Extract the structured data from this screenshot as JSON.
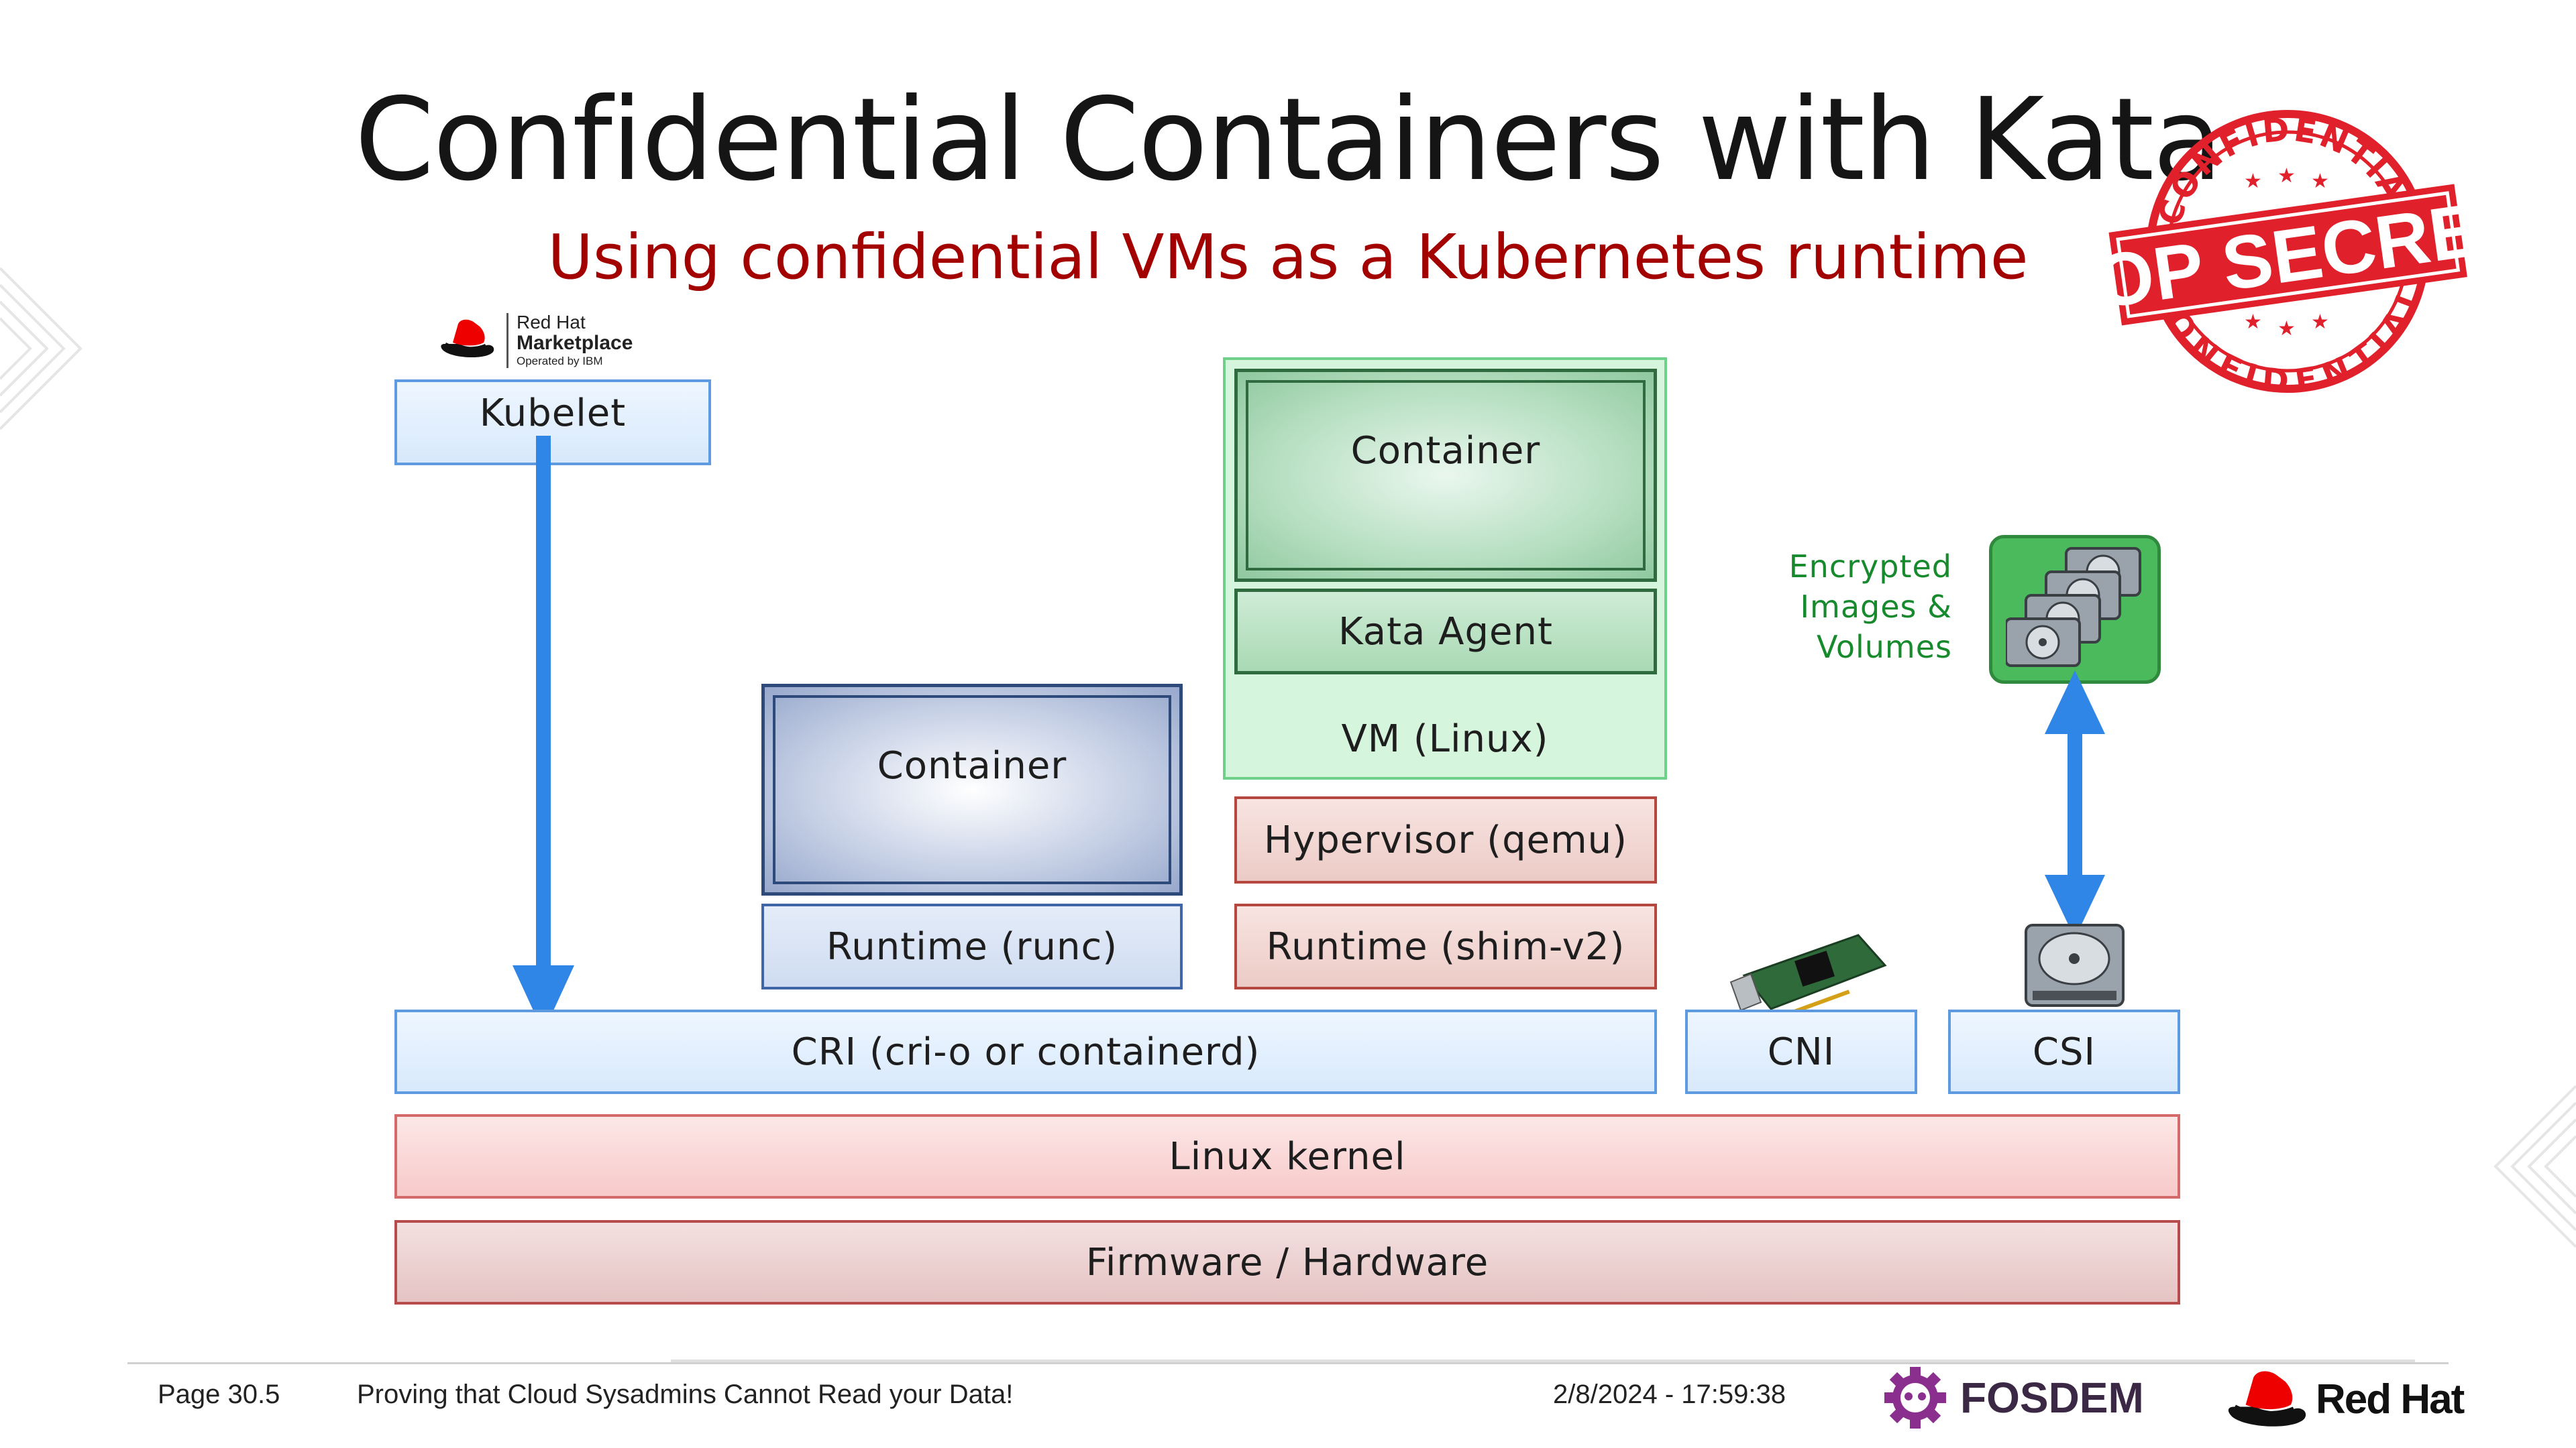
{
  "title": "Confidential Containers with Kata",
  "subtitle": "Using confidential VMs as a Kubernetes runtime",
  "stamp": {
    "top_text": "CONFIDENTIAL",
    "middle_text": "TOP SECRET",
    "bottom_text": "CONFIDENTIAL",
    "color": "#e0202a"
  },
  "marketplace_logo": {
    "line1": "Red Hat",
    "line2": "Marketplace",
    "line3": "Operated by IBM"
  },
  "diagram": {
    "kubelet": "Kubelet",
    "runc_stack": {
      "container": "Container",
      "runtime": "Runtime (runc)"
    },
    "kata_stack": {
      "container": "Container",
      "agent": "Kata Agent",
      "vm": "VM (Linux)",
      "hypervisor": "Hypervisor (qemu)",
      "runtime": "Runtime (shim-v2)"
    },
    "encrypted_label": [
      "Encrypted",
      "Images &",
      "Volumes"
    ],
    "cri": "CRI (cri-o or containerd)",
    "cni": "CNI",
    "csi": "CSI",
    "kernel": "Linux kernel",
    "firmware": "Firmware / Hardware"
  },
  "footer": {
    "page": "Page 30.5",
    "talk_title": "Proving that Cloud Sysadmins Cannot Read your Data!",
    "timestamp": "2/8/2024 - 17:59:38",
    "fosdem": "FOSDEM",
    "redhat": "Red Hat"
  },
  "colors": {
    "title": "#151515",
    "subtitle": "#a30000",
    "arrow_blue": "#2f86e6",
    "encrypted_green": "#178a2e"
  }
}
